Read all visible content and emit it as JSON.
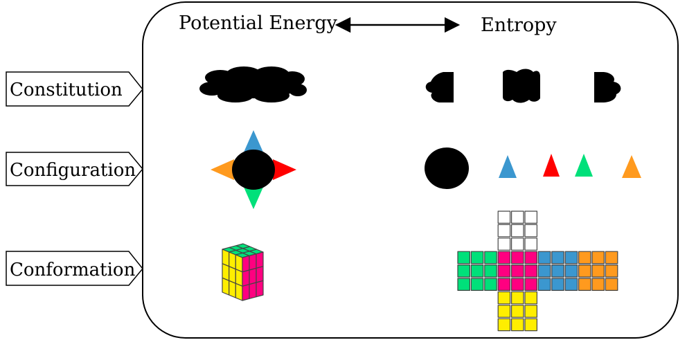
{
  "header": {
    "left_label": "Potential Energy",
    "right_label": "Entropy"
  },
  "rows": [
    {
      "label": "Constitution"
    },
    {
      "label": "Configuration"
    },
    {
      "label": "Conformation"
    }
  ],
  "colors": {
    "blue": "#3b97cf",
    "red": "#ff0000",
    "green": "#00e07a",
    "orange": "#ff9a1e",
    "magenta": "#ff0080",
    "yellow": "#ffee00",
    "white": "#ffffff",
    "black": "#000000"
  },
  "icons": {
    "blob": "cloud-blob-icon",
    "pinwheel": "pinwheel-icon",
    "cube": "rubiks-cube-icon",
    "cube_net": "cube-net-icon"
  }
}
